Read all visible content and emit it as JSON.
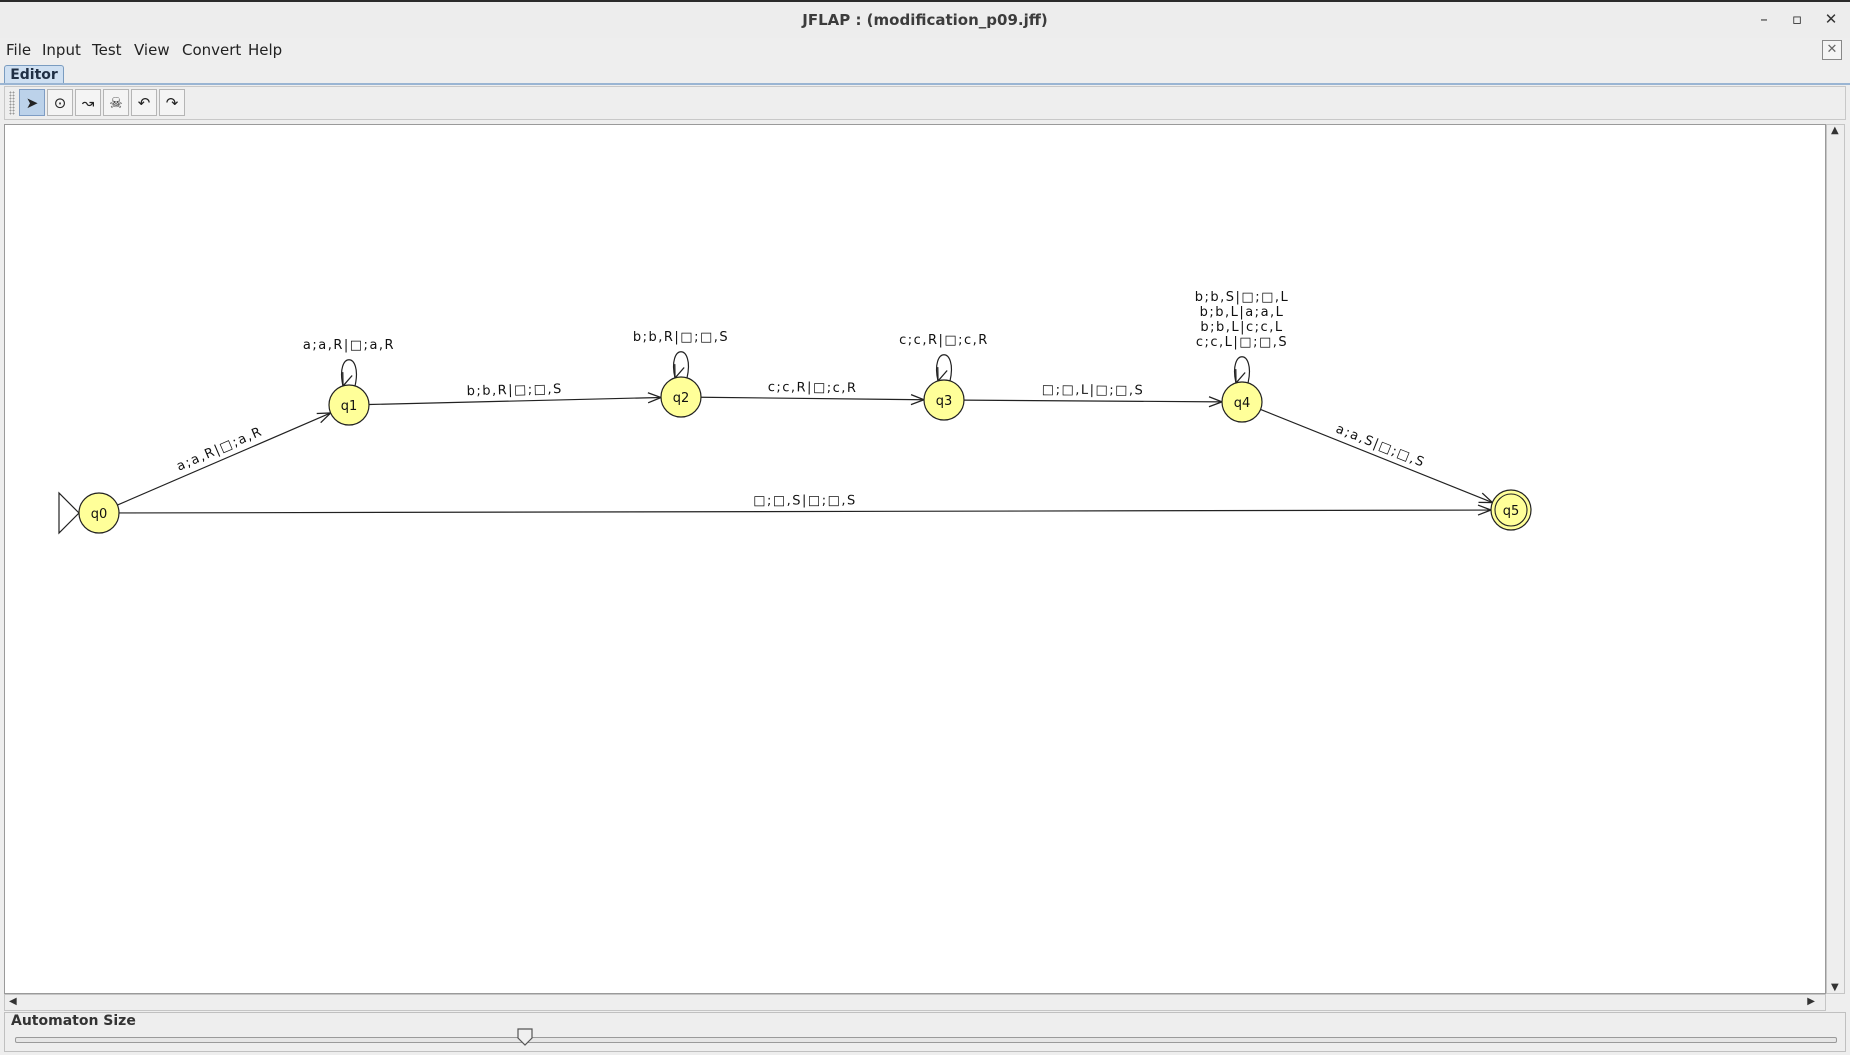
{
  "window": {
    "title": "JFLAP : (modification_p09.jff)",
    "controls": [
      "–",
      "▫",
      "✕"
    ]
  },
  "menubar": {
    "items": [
      "File",
      "Input",
      "Test",
      "View",
      "Convert",
      "Help"
    ],
    "close_glyph": "✕"
  },
  "tabs": [
    {
      "label": "Editor",
      "active": true
    }
  ],
  "toolbar": {
    "tools": [
      {
        "name": "attribute-editor",
        "glyph": "➤",
        "active": true
      },
      {
        "name": "state-creator",
        "glyph": "⊙"
      },
      {
        "name": "transition-creator",
        "glyph": "↝"
      },
      {
        "name": "deleter",
        "glyph": "☠"
      },
      {
        "name": "undo",
        "glyph": "↶"
      },
      {
        "name": "redo",
        "glyph": "↷"
      }
    ]
  },
  "automaton": {
    "states": [
      {
        "id": "q0",
        "initial": true,
        "final": false
      },
      {
        "id": "q1",
        "initial": false,
        "final": false
      },
      {
        "id": "q2",
        "initial": false,
        "final": false
      },
      {
        "id": "q3",
        "initial": false,
        "final": false
      },
      {
        "id": "q4",
        "initial": false,
        "final": false
      },
      {
        "id": "q5",
        "initial": false,
        "final": true
      }
    ],
    "transitions": [
      {
        "from": "q0",
        "to": "q1",
        "labels": [
          "a;a,R|□;a,R"
        ]
      },
      {
        "from": "q1",
        "to": "q1",
        "labels": [
          "a;a,R|□;a,R"
        ]
      },
      {
        "from": "q1",
        "to": "q2",
        "labels": [
          "b;b,R|□;□,S"
        ]
      },
      {
        "from": "q2",
        "to": "q2",
        "labels": [
          "b;b,R|□;□,S"
        ]
      },
      {
        "from": "q2",
        "to": "q3",
        "labels": [
          "c;c,R|□;c,R"
        ]
      },
      {
        "from": "q3",
        "to": "q3",
        "labels": [
          "c;c,R|□;c,R"
        ]
      },
      {
        "from": "q3",
        "to": "q4",
        "labels": [
          "□;□,L|□;□,S"
        ]
      },
      {
        "from": "q4",
        "to": "q4",
        "labels": [
          "b;b,S|□;□,L",
          "b;b,L|a;a,L",
          "b;b,L|c;c,L",
          "c;c,L|□;□,S"
        ]
      },
      {
        "from": "q4",
        "to": "q5",
        "labels": [
          "a;a,S|□;□,S"
        ]
      },
      {
        "from": "q0",
        "to": "q5",
        "labels": [
          "□;□,S|□;□,S"
        ]
      }
    ]
  },
  "state_fill": "#ffff99",
  "size_panel": {
    "label": "Automaton Size",
    "slider_value": 0.28
  }
}
